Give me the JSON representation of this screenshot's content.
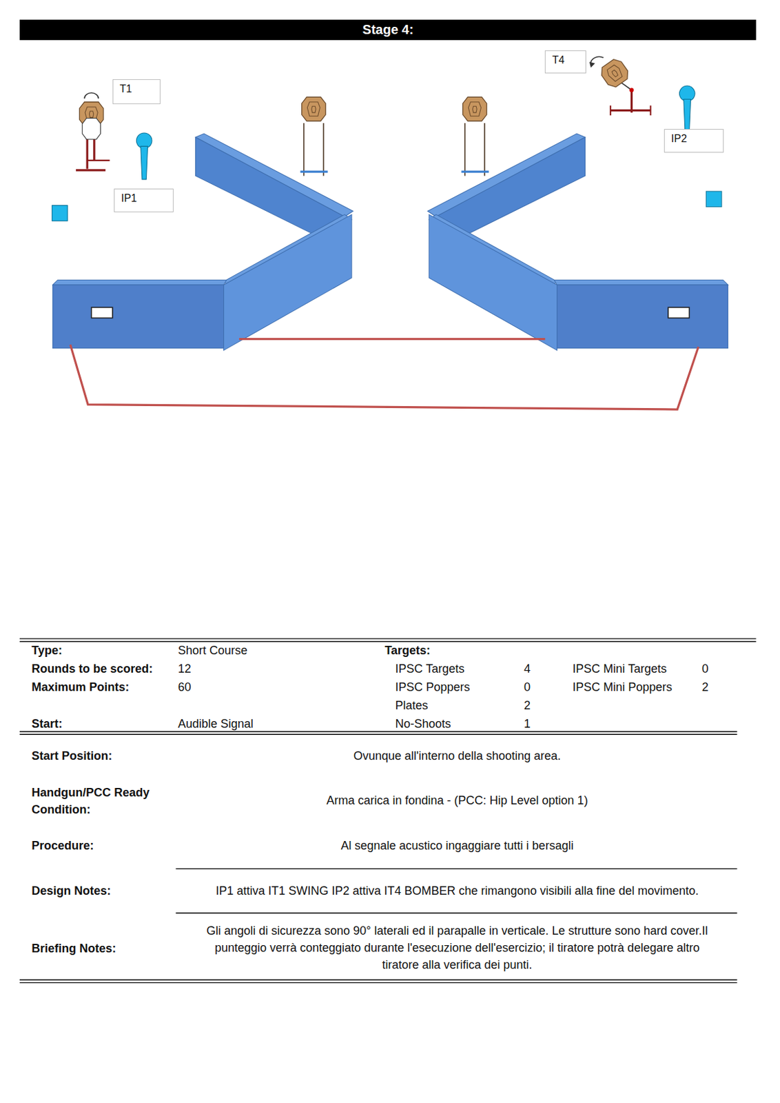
{
  "diagram": {
    "title": "Stage 4:",
    "nodes": [
      {
        "text": [
          "T4"
        ]
      },
      {
        "text": [
          "T1"
        ]
      },
      {
        "text": [
          "IP2"
        ]
      },
      {
        "text": [
          "IP1"
        ]
      }
    ],
    "labels": [
      "Type:",
      "Short Course",
      "Targets:",
      "Rounds to be scored:",
      "12",
      "IPSC Targets",
      "4",
      "IPSC Mini Targets",
      "0",
      "Maximum Points:",
      "60",
      "IPSC Poppers",
      "0",
      "IPSC Mini Poppers",
      "2",
      "Plates",
      "2",
      "Start:",
      "Audible Signal",
      "No-Shoots",
      "1",
      "Start Position:",
      "Ovunque all'interno della shooting area.",
      "Handgun/PCC Ready Condition:",
      "Arma carica in fondina - (PCC: Hip Level option 1)",
      "Procedure:",
      "Al segnale acustico ingaggiare tutti i bersagli",
      "Design Notes:",
      "IP1  attiva IT1 SWING IP2  attiva IT4 BOMBER  che rimangono visibili alla fine del movimento.",
      "Briefing Notes:",
      "Gli angoli di sicurezza sono 90° laterali ed il parapalle in verticale. Le strutture sono hard cover.Il punteggio verrà conteggiato durante l'esecuzione dell'esercizio; il tiratore potrà delegare altro tiratore alla verifica  dei punti."
    ]
  }
}
